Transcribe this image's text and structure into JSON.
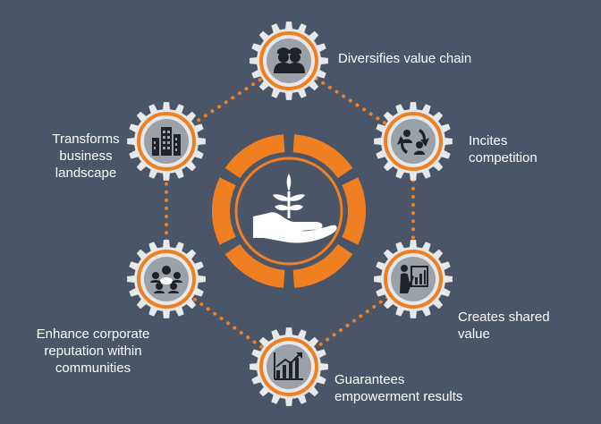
{
  "colors": {
    "background": "#4a5568",
    "accent": "#f07f22",
    "gear": "#e6e8ea",
    "gear_inner": "#9aa1a8",
    "icon": "#1f2328"
  },
  "center": {
    "icon": "hand-with-sprout-icon"
  },
  "nodes": [
    {
      "id": "top",
      "label": "Diversifies value chain",
      "icon": "workers-hardhat-icon"
    },
    {
      "id": "upper-right",
      "label": "Incites competition",
      "icon": "people-cycle-icon"
    },
    {
      "id": "lower-right",
      "label": "Creates shared value",
      "icon": "presenter-chart-icon"
    },
    {
      "id": "bottom",
      "label": "Guarantees empowerment results",
      "icon": "bar-chart-growth-icon"
    },
    {
      "id": "lower-left",
      "label": "Enhance corporate reputation within communities",
      "icon": "group-meeting-icon"
    },
    {
      "id": "upper-left",
      "label": "Transforms business landscape",
      "icon": "city-buildings-icon"
    }
  ],
  "labels": {
    "top": [
      "Diversifies value chain"
    ],
    "upper_right": [
      "Incites",
      "competition"
    ],
    "lower_right": [
      "Creates shared",
      "value"
    ],
    "bottom": [
      "Guarantees",
      "empowerment results"
    ],
    "lower_left": [
      "Enhance corporate",
      "reputation within",
      "communities"
    ],
    "upper_left": [
      "Transforms",
      "business",
      "landscape"
    ]
  }
}
